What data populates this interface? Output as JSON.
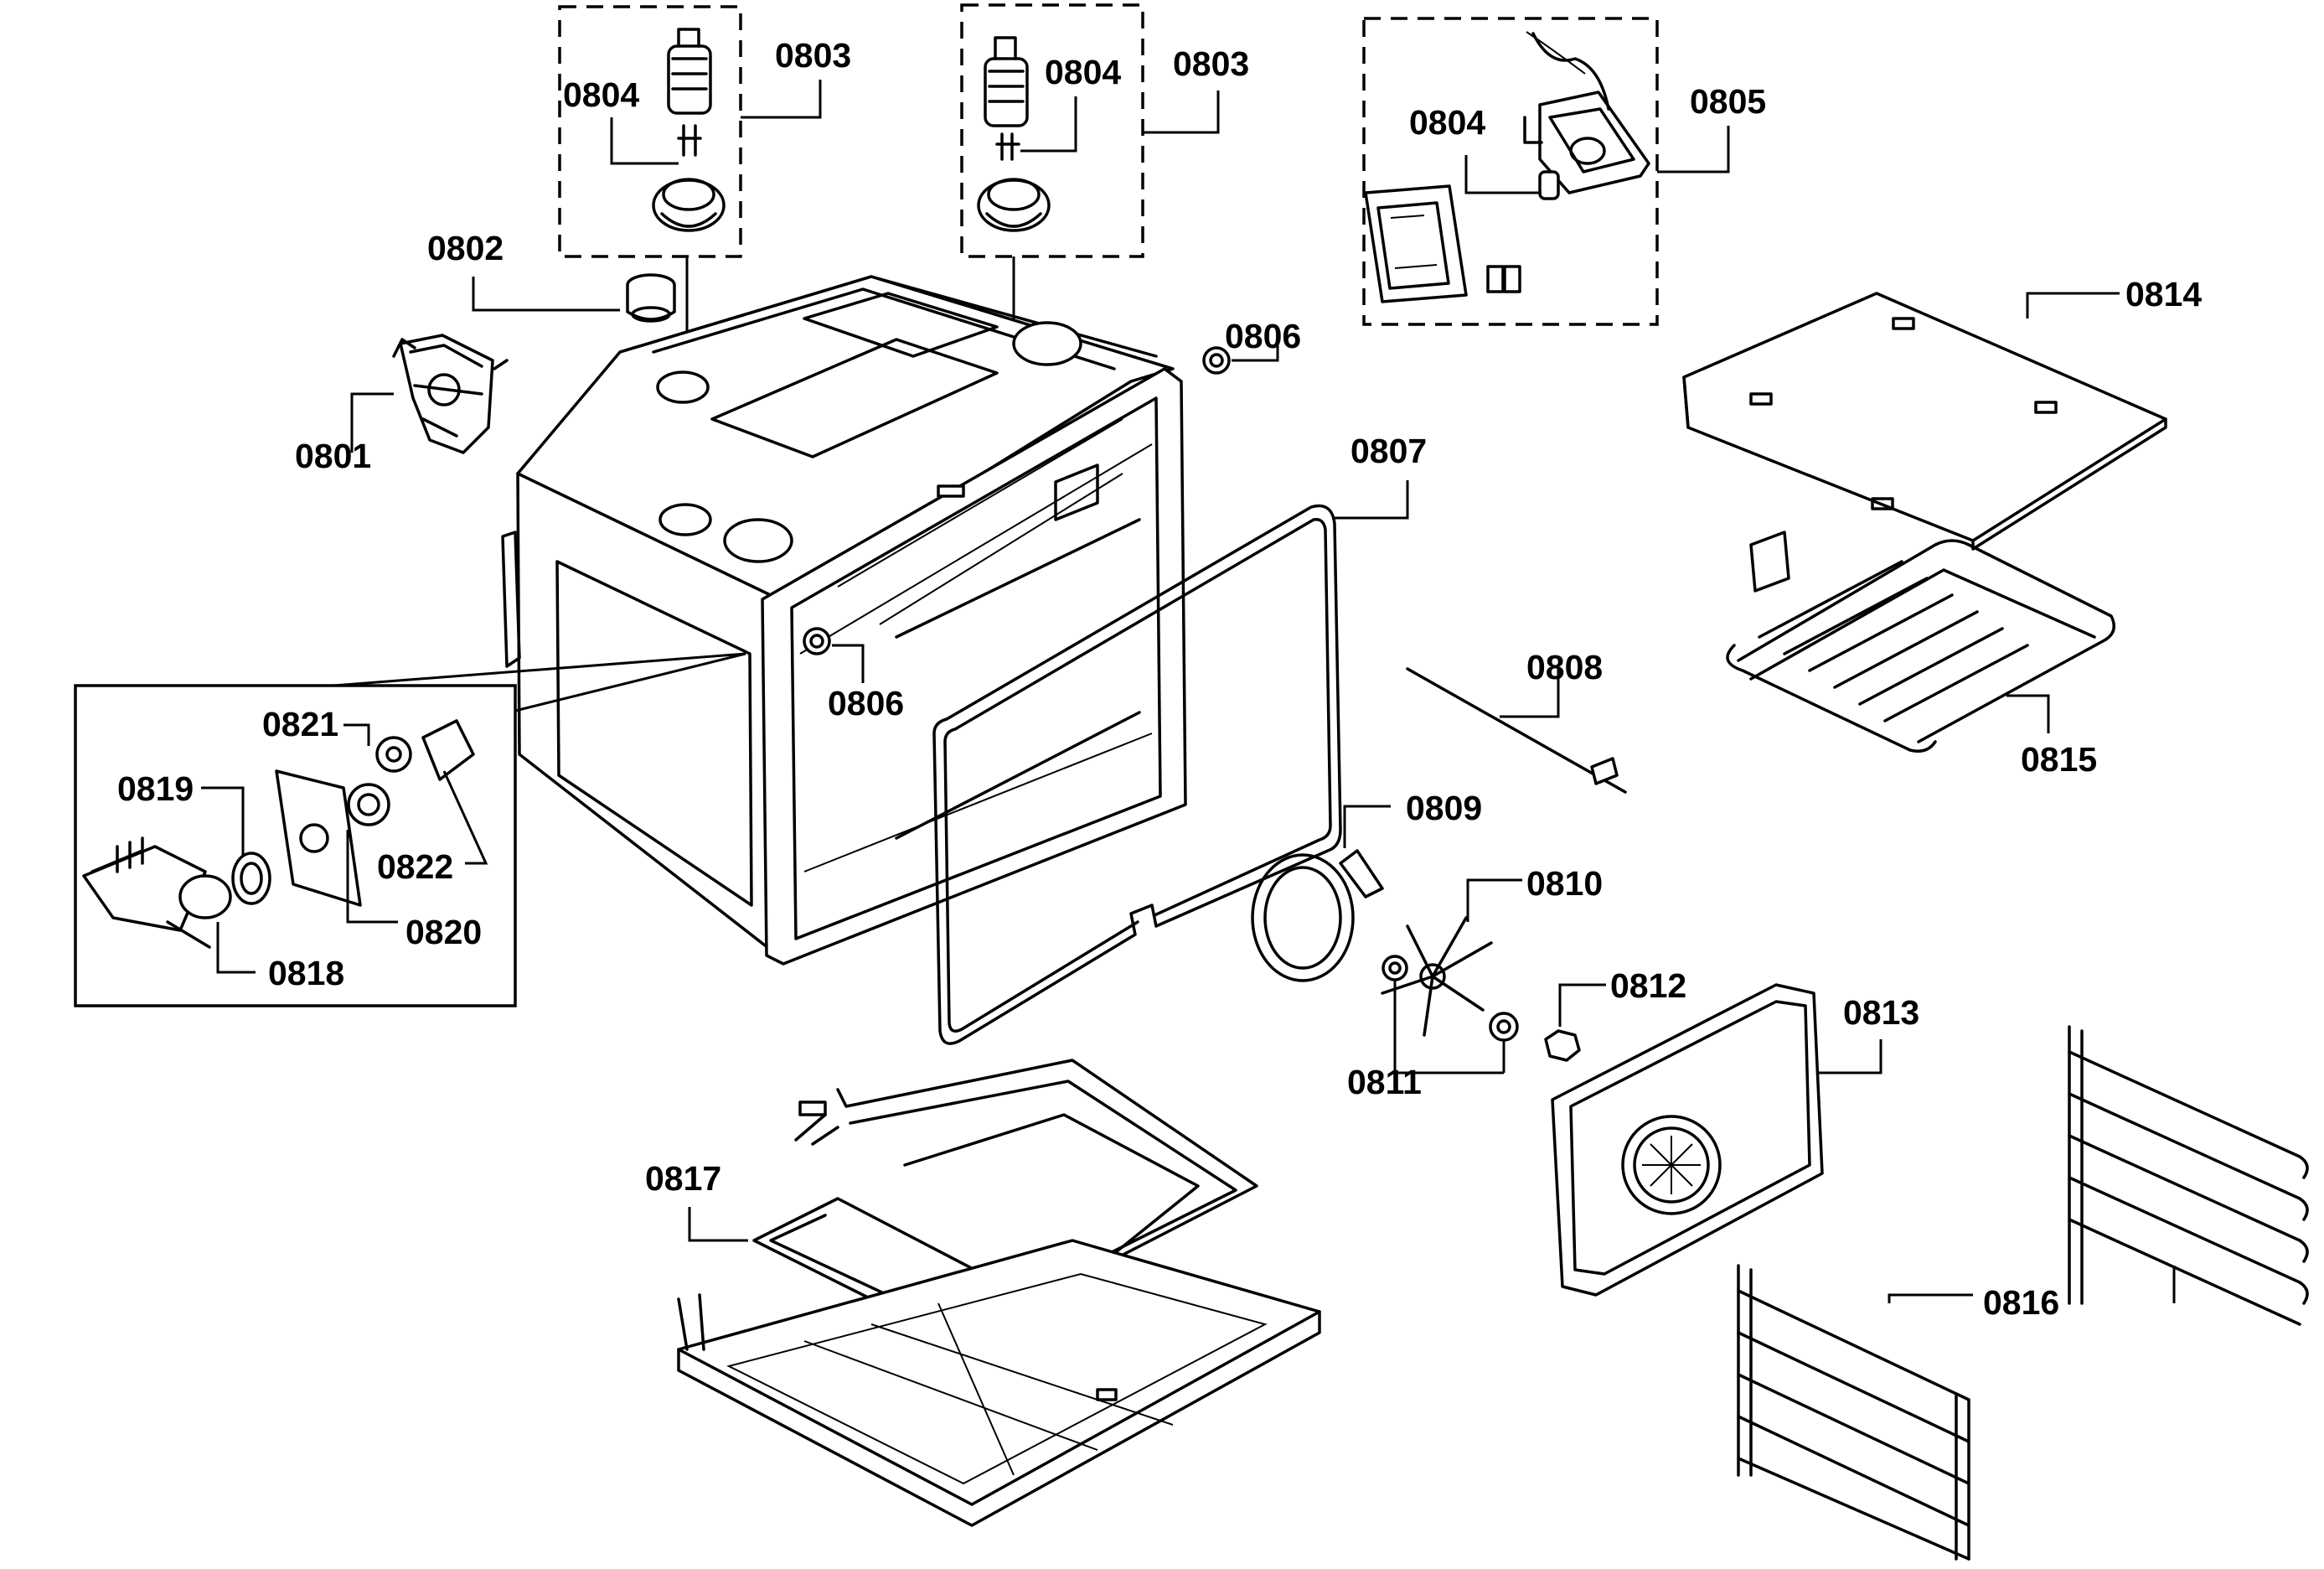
{
  "labels": {
    "p0801": "0801",
    "p0802": "0802",
    "p0803a": "0803",
    "p0803b": "0803",
    "p0804a": "0804",
    "p0804b": "0804",
    "p0804c": "0804",
    "p0805": "0805",
    "p0806a": "0806",
    "p0806b": "0806",
    "p0807": "0807",
    "p0808": "0808",
    "p0809": "0809",
    "p0810": "0810",
    "p0811": "0811",
    "p0812": "0812",
    "p0813": "0813",
    "p0814": "0814",
    "p0815": "0815",
    "p0816": "0816",
    "p0817": "0817",
    "p0818": "0818",
    "p0819": "0819",
    "p0820": "0820",
    "p0821": "0821",
    "p0822": "0822"
  }
}
